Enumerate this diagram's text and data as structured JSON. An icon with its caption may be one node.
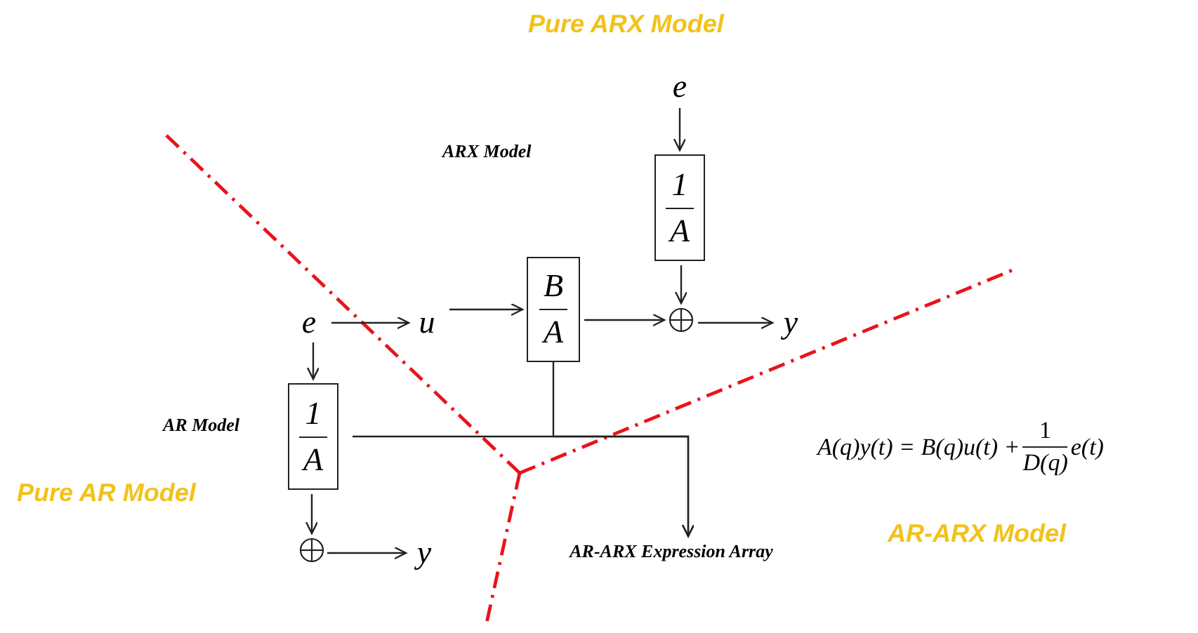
{
  "diagram": {
    "nodes": [
      {
        "text": [
          "e"
        ]
      },
      {
        "text": [
          "1",
          "A"
        ]
      },
      {
        "text": [],
        "shape": "circle"
      },
      {
        "text": [
          "y"
        ]
      },
      {
        "text": [
          "e"
        ]
      },
      {
        "text": [
          "u"
        ]
      },
      {
        "text": [
          "B",
          "A"
        ]
      },
      {
        "text": [
          "1",
          "A"
        ]
      },
      {
        "text": [],
        "shape": "circle"
      },
      {
        "text": [
          "y"
        ]
      },
      {
        "text": [
          "AR-ARX Expression Array"
        ]
      }
    ],
    "edges": [
      {
        "from": 0,
        "to": 1,
        "arrow": "to"
      },
      {
        "from": 1,
        "to": 2,
        "arrow": "to"
      },
      {
        "from": 2,
        "to": 3,
        "arrow": "to"
      },
      {
        "from": 4,
        "to": 5,
        "arrow": "to"
      },
      {
        "from": 5,
        "to": 6,
        "arrow": "to"
      },
      {
        "from": 6,
        "to": 2,
        "arrow": "to"
      },
      {
        "from": 4,
        "to": 7,
        "arrow": "to"
      },
      {
        "from": 7,
        "to": 8,
        "arrow": "to"
      },
      {
        "from": 8,
        "to": 9,
        "arrow": "to"
      },
      {
        "from": 7,
        "to": 10,
        "arrow": "to"
      },
      {
        "from": 6,
        "to": 10,
        "arrow": "to"
      }
    ],
    "labels": [
      "Pure ARX Model",
      "ARX Model",
      "AR Model",
      "Pure AR Model",
      "A(q)y(t) = B(q)u(t) +",
      "1",
      "D(q)",
      "e(t)",
      "AR-ARX Model"
    ]
  }
}
